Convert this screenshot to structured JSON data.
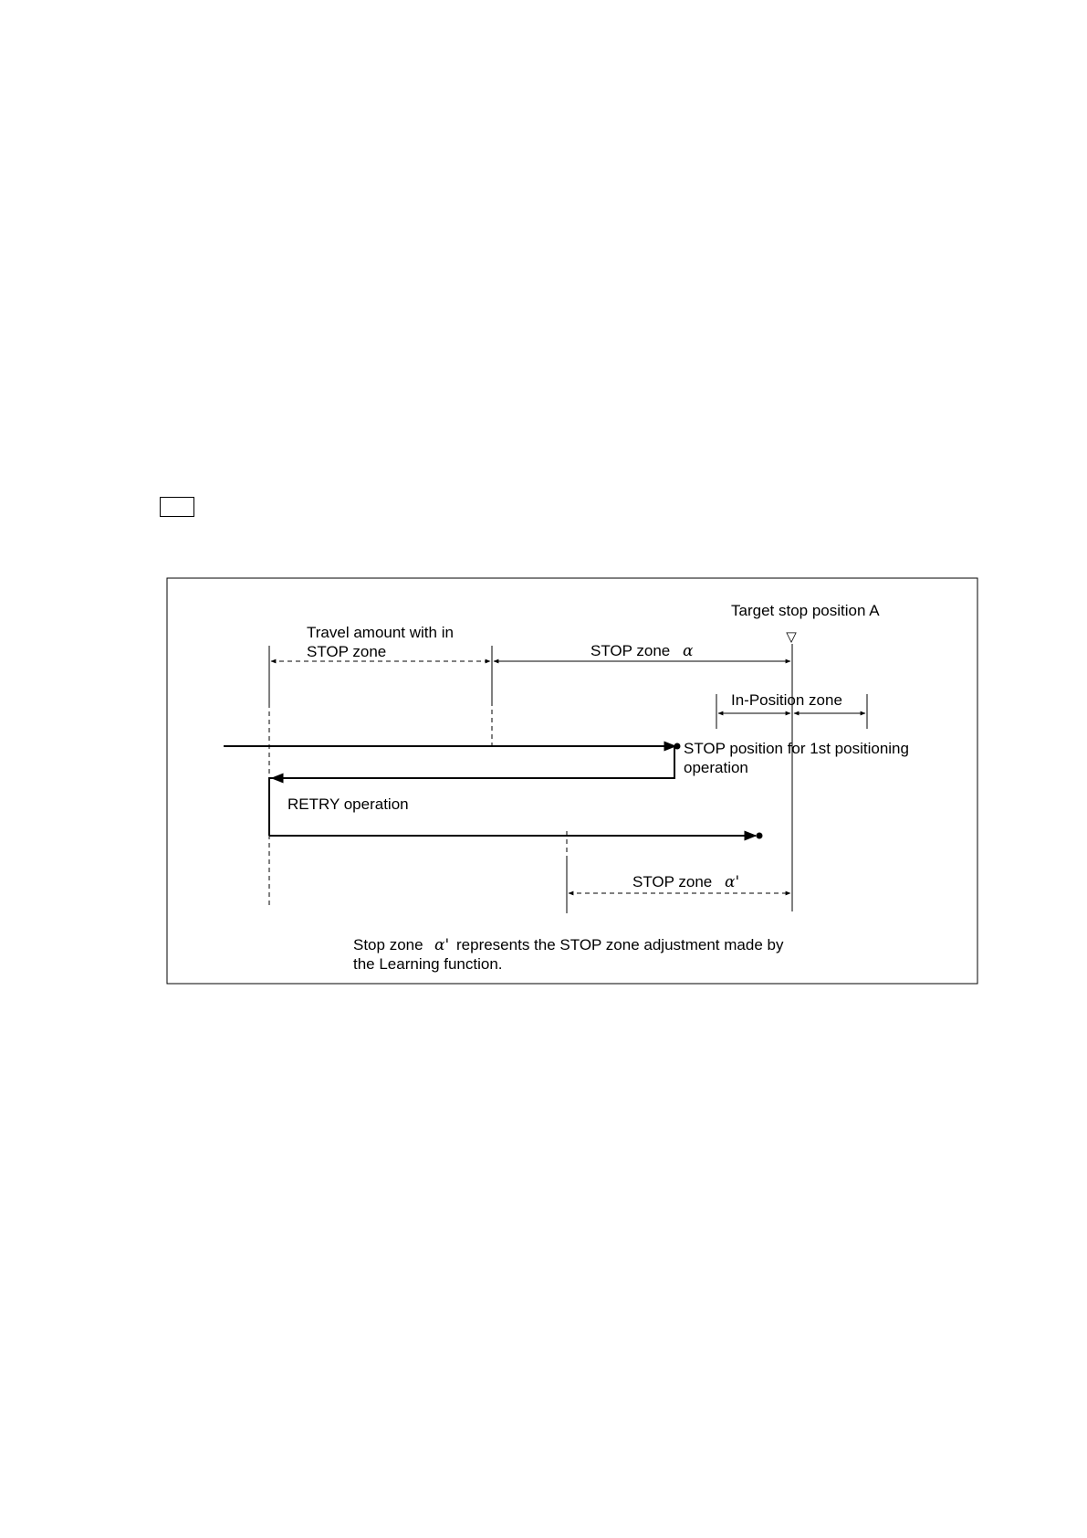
{
  "diagram": {
    "labels": {
      "target_stop": "Target stop position A",
      "travel_line1": "Travel amount with in",
      "travel_line2": "STOP zone",
      "stop_zone": "STOP zone",
      "alpha": "α",
      "in_position": "In-Position zone",
      "stop_pos_line1": "STOP position for 1st positioning",
      "stop_pos_line2": "operation",
      "retry": "RETRY operation",
      "stop_zone_prime": "STOP zone",
      "alpha_prime": "α'",
      "note_line1_pre": "Stop zone",
      "note_alpha": "α'",
      "note_line1_post": "represents the STOP zone adjustment made by",
      "note_line2": "the Learning function."
    },
    "marker_symbol": "▽"
  }
}
